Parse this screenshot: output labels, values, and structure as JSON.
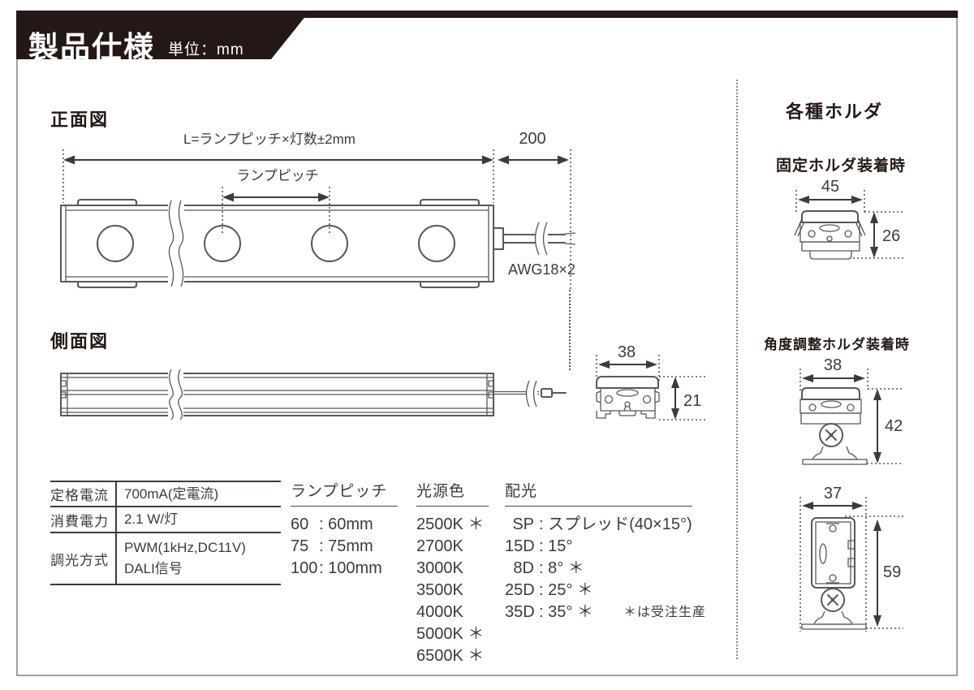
{
  "header": {
    "title": "製品仕様",
    "unit": "単位：mm"
  },
  "front_view": {
    "heading": "正面図",
    "total_dim": "L=ランプピッチ×灯数±2mm",
    "lead_dim": "200",
    "pitch_dim": "ランプピッチ",
    "wire": "AWG18×2"
  },
  "side_view": {
    "heading": "側面図",
    "section_width": "38",
    "section_height": "21"
  },
  "holders": {
    "heading": "各種ホルダ",
    "fixed": {
      "label": "固定ホルダ装着時",
      "width": "45",
      "height": "26"
    },
    "angle": {
      "label": "角度調整ホルダ装着時",
      "front_width": "38",
      "front_height": "42",
      "side_width": "37",
      "side_height": "59"
    }
  },
  "spec_table": {
    "rows": [
      {
        "label": "定格電流",
        "value": "700mA(定電流)"
      },
      {
        "label": "消費電力",
        "value": "2.1 W/灯"
      },
      {
        "label": "調光方式",
        "value": "PWM(1kHz,DC11V)",
        "value2": "DALI信号"
      }
    ]
  },
  "pitch": {
    "heading": "ランプピッチ",
    "items": [
      {
        "code": "60",
        "value": ": 60mm"
      },
      {
        "code": "75",
        "value": ": 75mm"
      },
      {
        "code": "100",
        "value": ": 100mm"
      }
    ]
  },
  "light_color": {
    "heading": "光源色",
    "items": [
      "2500K ＊",
      "2700K",
      "3000K",
      "3500K",
      "4000K",
      "5000K ＊",
      "6500K ＊"
    ]
  },
  "beam": {
    "heading": "配光",
    "items": [
      {
        "code": "SP",
        "value": ": スプレッド(40×15°)"
      },
      {
        "code": "15D",
        "value": ": 15°"
      },
      {
        "code": "8D",
        "value": ": 8° ＊"
      },
      {
        "code": "25D",
        "value": ": 25° ＊"
      },
      {
        "code": "35D",
        "value": ": 35° ＊"
      }
    ],
    "note": "＊は受注生産"
  },
  "colors": {
    "ink": "#231815",
    "line": "#595757",
    "text": "#3e3a39",
    "frame": "#9fa0a0"
  }
}
